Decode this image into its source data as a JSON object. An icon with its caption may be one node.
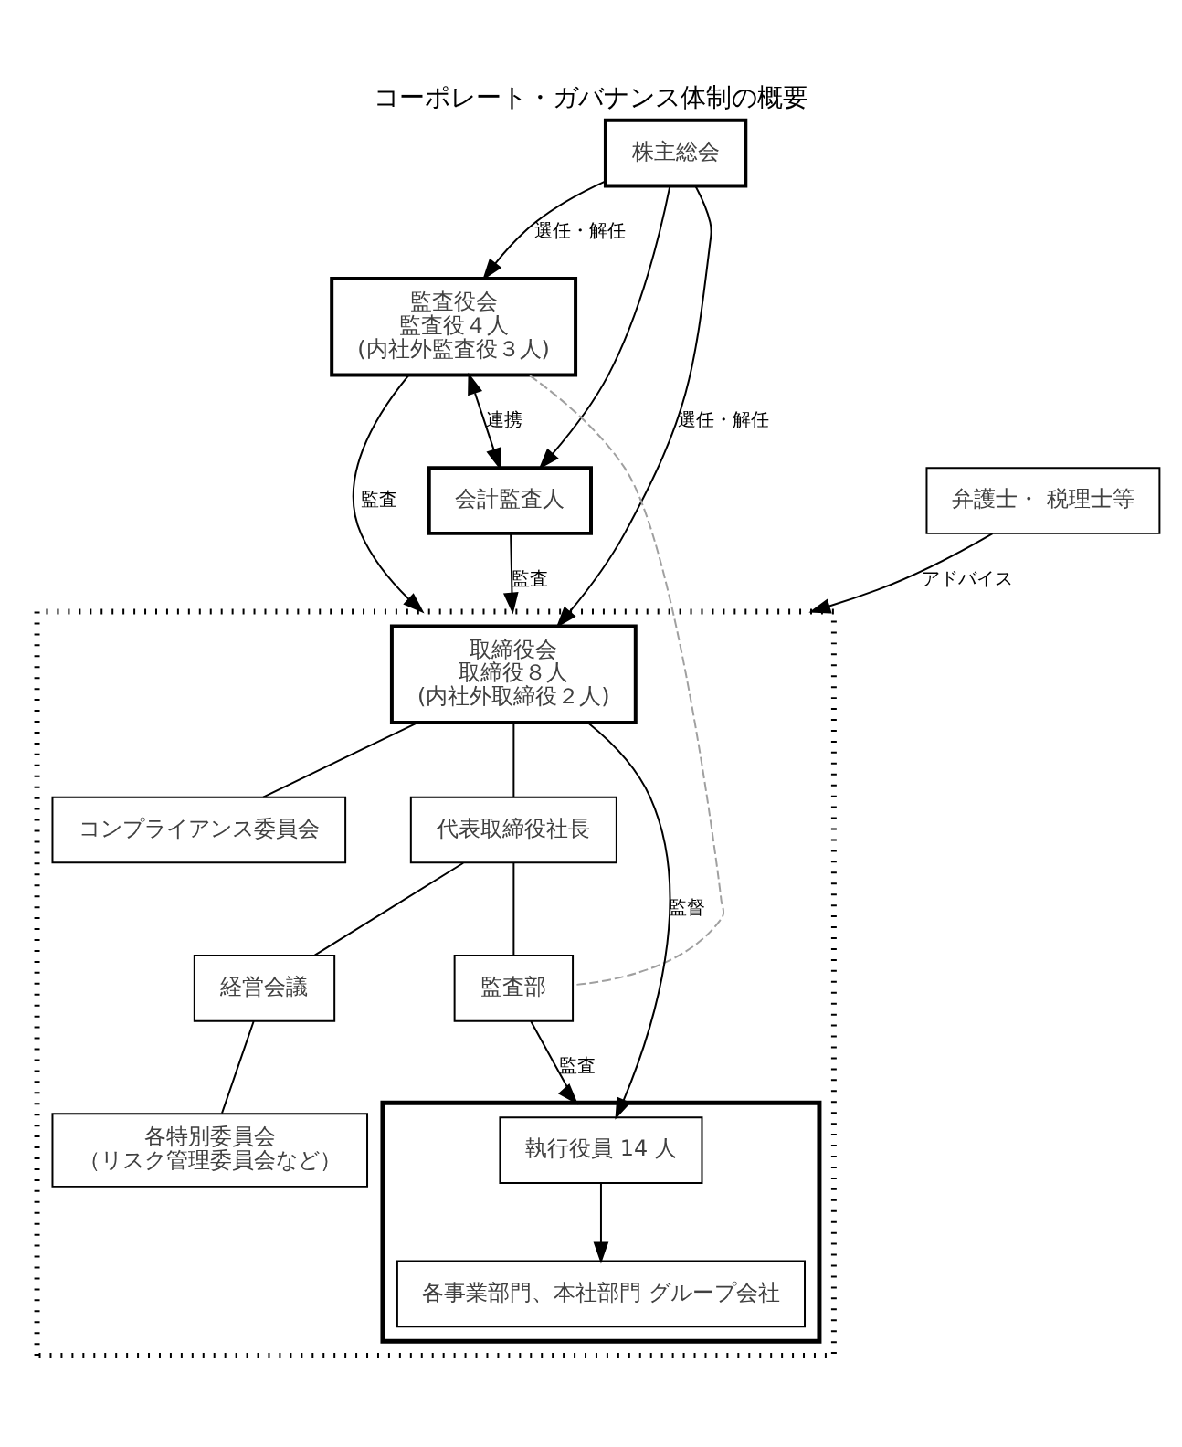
{
  "diagram": {
    "title": "コーポレート・ガバナンス体制の概要",
    "nodes": [
      {
        "text": [
          "株主総会"
        ]
      },
      {
        "text": [
          "監査役会",
          "監査役４人",
          "(内社外監査役３人)"
        ]
      },
      {
        "text": [
          "会計監査人"
        ]
      },
      {
        "text": [],
        "shape": "box"
      },
      {
        "text": [
          "取締役会",
          "取締役８人",
          "(内社外取締役２人)"
        ],
        "in": 3
      },
      {
        "text": [
          "コンプライアンス委員会"
        ],
        "in": 3
      },
      {
        "text": [
          "代表取締役社長"
        ],
        "in": 3
      },
      {
        "text": [
          "監査部"
        ],
        "in": 3
      },
      {
        "text": [
          "経営会議"
        ],
        "in": 3
      },
      {
        "text": [
          "各特別委員会",
          "（リスク管理委員会など）"
        ],
        "in": 3
      },
      {
        "text": [],
        "shape": "box",
        "in": 3
      },
      {
        "text": [
          "執行役員 14 人"
        ],
        "in": 10
      },
      {
        "text": [
          "各事業部門、本社部門 グループ会社"
        ],
        "in": 10
      },
      {
        "text": [
          "弁護士・ 税理士等"
        ]
      }
    ],
    "edges": [
      {
        "from": 0,
        "to": 1,
        "arrow": "to",
        "label": "選任・解任"
      },
      {
        "from": 0,
        "to": 2,
        "arrow": "to"
      },
      {
        "from": 0,
        "to": 4,
        "arrow": "to",
        "label": "選任・解任"
      },
      {
        "from": 1,
        "to": 3,
        "arrow": "to",
        "label": "監査"
      },
      {
        "from": 1,
        "to": 2,
        "arrow": "both",
        "label": "連携"
      },
      {
        "from": 2,
        "to": 3,
        "arrow": "to",
        "label": "監査"
      },
      {
        "from": 1,
        "to": 7,
        "arrow": "none",
        "style": "dashed",
        "color": "#a0a0a0"
      },
      {
        "from": 4,
        "to": 5,
        "arrow": "none"
      },
      {
        "from": 4,
        "to": 6,
        "arrow": "none"
      },
      {
        "from": 4,
        "to": 11,
        "arrow": "to",
        "label": "監督"
      },
      {
        "from": 6,
        "to": 7,
        "arrow": "none"
      },
      {
        "from": 6,
        "to": 8,
        "arrow": "none"
      },
      {
        "from": 8,
        "to": 9,
        "arrow": "none"
      },
      {
        "from": 7,
        "to": 10,
        "arrow": "to",
        "label": "監査"
      },
      {
        "from": 11,
        "to": 12,
        "arrow": "to"
      },
      {
        "from": 13,
        "to": 3,
        "arrow": "to",
        "label": "アドバイス"
      }
    ]
  }
}
